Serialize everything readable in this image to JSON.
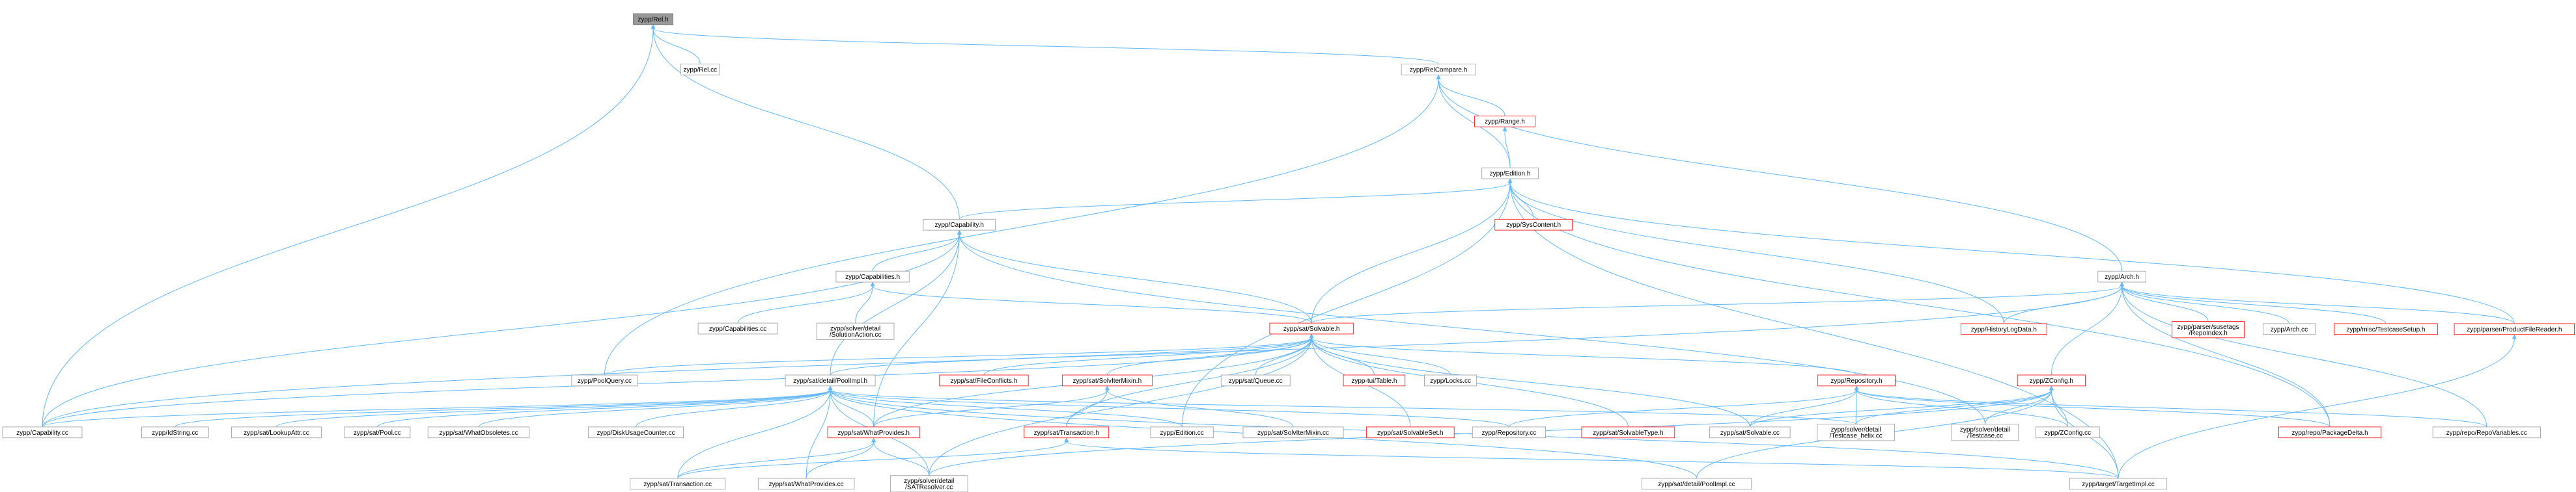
{
  "colors": {
    "edge": "#63b8ff",
    "node_fill": "#ffffff",
    "node_border_normal": "#999999",
    "node_border_truncated": "#ff0000",
    "root_fill": "#999999",
    "root_border": "#666666",
    "text": "#000000"
  },
  "nodes": {
    "rel_h": "zypp/Rel.h",
    "rel_cc": "zypp/Rel.cc",
    "relcompare_h": "zypp/RelCompare.h",
    "range_h": "zypp/Range.h",
    "edition_h": "zypp/Edition.h",
    "syscontent_h": "zypp/SysContent.h",
    "capability_h": "zypp/Capability.h",
    "capabilities_h": "zypp/Capabilities.h",
    "capabilities_cc": "zypp/Capabilities.cc",
    "solutionaction_cc": "zypp/solver/detail\n/SolutionAction.cc",
    "arch_h": "zypp/Arch.h",
    "historylogdata_h": "zypp/HistoryLogData.h",
    "repoindex_h": "zypp/parser/susetags\n/RepoIndex.h",
    "arch_cc": "zypp/Arch.cc",
    "testcasesetup_h": "zypp/misc/TestcaseSetup.h",
    "productfilereader_h": "zypp/parser/ProductFileReader.h",
    "solvable_h": "zypp/sat/Solvable.h",
    "poolquery_cc": "zypp/PoolQuery.cc",
    "poolimpl_h": "zypp/sat/detail/PoolImpl.h",
    "fileconflicts_h": "zypp/sat/FileConflicts.h",
    "solvitermixin_h": "zypp/sat/SolvIterMixin.h",
    "queue_cc": "zypp/sat/Queue.cc",
    "table_h": "zypp-tui/Table.h",
    "locks_cc": "zypp/Locks.cc",
    "repository_h": "zypp/Repository.h",
    "zconfig_h": "zypp/ZConfig.h",
    "capability_cc": "zypp/Capability.cc",
    "idstring_cc": "zypp/IdString.cc",
    "lookupattr_cc": "zypp/sat/LookupAttr.cc",
    "pool_cc": "zypp/sat/Pool.cc",
    "whatobsoletes_cc": "zypp/sat/WhatObsoletes.cc",
    "diskusagecounter_cc": "zypp/DiskUsageCounter.cc",
    "whatprovides_h": "zypp/sat/WhatProvides.h",
    "transaction_h": "zypp/sat/Transaction.h",
    "edition_cc": "zypp/Edition.cc",
    "solvitermixin_cc": "zypp/sat/SolvIterMixin.cc",
    "solvableset_h": "zypp/sat/SolvableSet.h",
    "repository_cc": "zypp/Repository.cc",
    "solvabletype_h": "zypp/sat/SolvableType.h",
    "solvable_cc": "zypp/sat/Solvable.cc",
    "testcase_helix_cc": "zypp/solver/detail\n/Testcase_helix.cc",
    "testcase_cc": "zypp/solver/detail\n/Testcase.cc",
    "zconfig_cc": "zypp/ZConfig.cc",
    "packagedelta_h": "zypp/repo/PackageDelta.h",
    "repovariables_cc": "zypp/repo/RepoVariables.cc",
    "transaction_cc": "zypp/sat/Transaction.cc",
    "whatprovides_cc": "zypp/sat/WhatProvides.cc",
    "satresolver_cc": "zypp/solver/detail\n/SATResolver.cc",
    "poolimpl_cc": "zypp/sat/detail/PoolImpl.cc",
    "targetimpl_cc": "zypp/target/TargetImpl.cc"
  }
}
